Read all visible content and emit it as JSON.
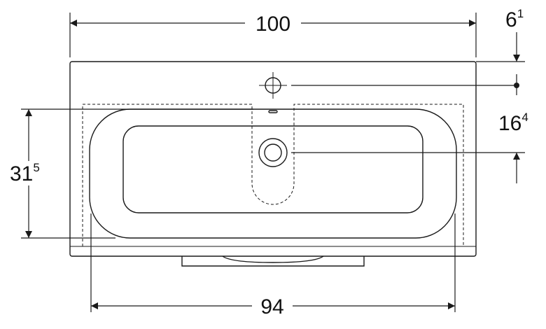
{
  "dimensions": {
    "overall_width": {
      "value": "100"
    },
    "inner_width": {
      "value": "94"
    },
    "tap_hole_offset": {
      "main": "6",
      "sup": "1"
    },
    "drain_offset": {
      "main": "16",
      "sup": "4"
    },
    "basin_depth": {
      "main": "31",
      "sup": "5"
    }
  },
  "colors": {
    "line": "#1a1a1a",
    "background": "#ffffff"
  }
}
